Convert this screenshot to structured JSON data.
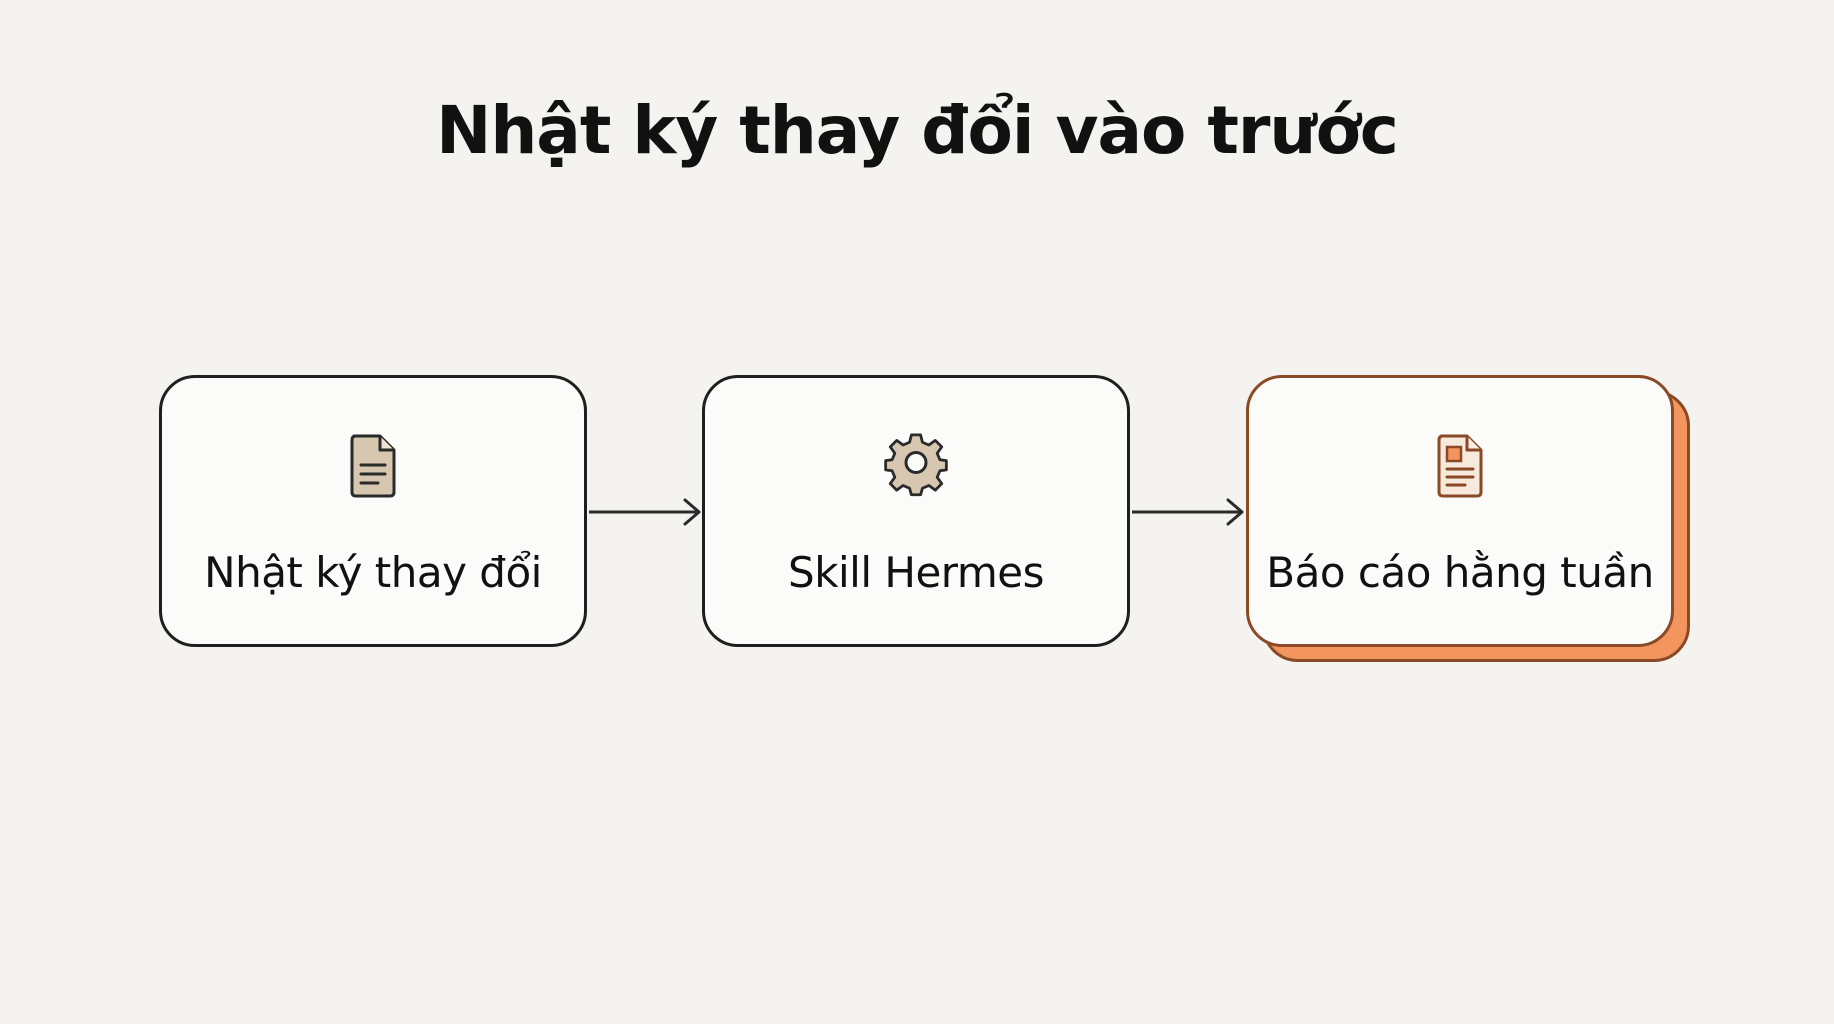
{
  "title": "Nhật ký thay đổi vào trước",
  "nodes": [
    {
      "label": "Nhật ký thay đổi",
      "icon": "document-icon"
    },
    {
      "label": "Skill Hermes",
      "icon": "gear-icon"
    },
    {
      "label": "Báo cáo hằng tuần",
      "icon": "report-icon"
    }
  ],
  "colors": {
    "background": "#f4f3ef",
    "border": "#1f1f1f",
    "accent_fill": "#f3955f",
    "accent_border": "#8a4a25",
    "icon_fill": "#d8c7b0"
  }
}
